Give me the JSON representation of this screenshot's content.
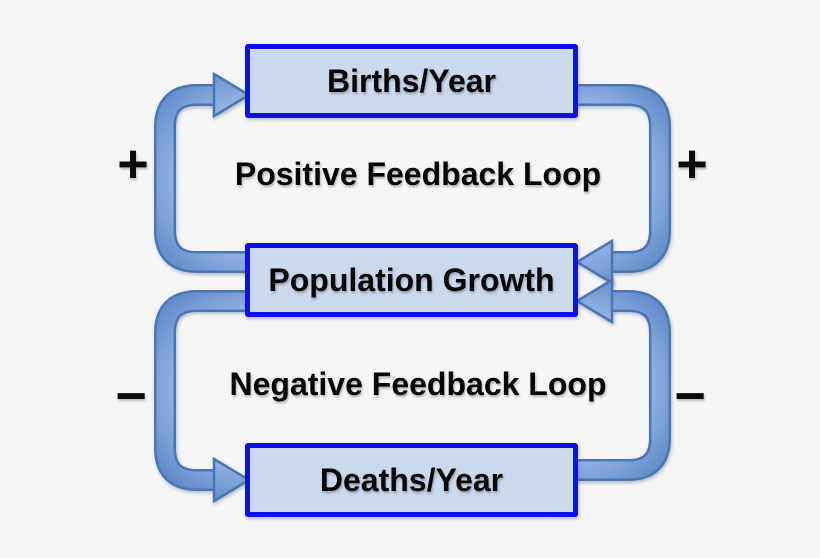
{
  "colors": {
    "background": "#f5f5f6",
    "box_fill": "#cbd9ef",
    "box_border": "#0f10e8",
    "arrow_outline": "#4a76b4",
    "arrow_gradient_light": "#cddcf8",
    "arrow_gradient_dark": "#5e88c6",
    "text": "#060606"
  },
  "nodes": [
    {
      "id": "births",
      "label": "Births/Year"
    },
    {
      "id": "population-growth",
      "label": "Population Growth"
    },
    {
      "id": "deaths",
      "label": "Deaths/Year"
    }
  ],
  "loops": [
    {
      "id": "positive",
      "label": "Positive Feedback Loop",
      "left_sign": "+",
      "right_sign": "+"
    },
    {
      "id": "negative",
      "label": "Negative Feedback Loop",
      "left_sign": "−",
      "right_sign": "−"
    }
  ]
}
